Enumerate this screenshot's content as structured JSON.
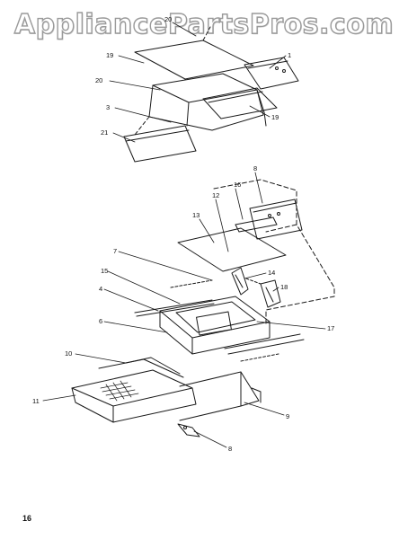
{
  "watermark": {
    "text": "AppliancePartsPros.com"
  },
  "page_number": "16",
  "callouts": {
    "c20a": "20",
    "c19a": "19",
    "c1": "1",
    "c20b": "20",
    "c3": "3",
    "c19b": "19",
    "c21": "21",
    "c8a": "8",
    "c16": "16",
    "c12": "12",
    "c13": "13",
    "c7": "7",
    "c14": "14",
    "c15": "15",
    "c18": "18",
    "c4": "4",
    "c6": "6",
    "c17": "17",
    "c10": "10",
    "c11": "11",
    "c9": "9",
    "c8b": "8"
  }
}
